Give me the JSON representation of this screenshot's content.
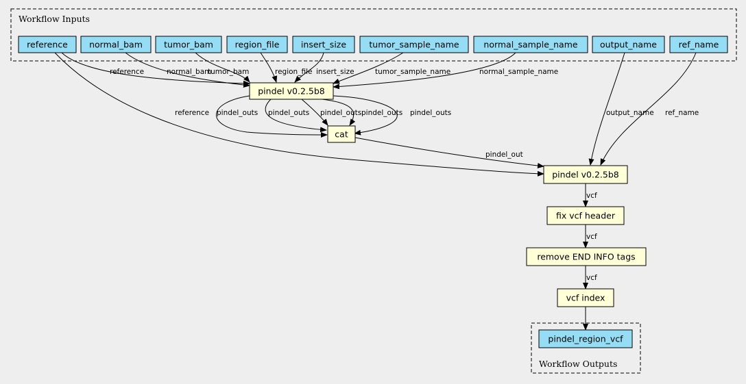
{
  "clusters": {
    "inputs": "Workflow Inputs",
    "outputs": "Workflow Outputs"
  },
  "nodes": {
    "reference": "reference",
    "normal_bam": "normal_bam",
    "tumor_bam": "tumor_bam",
    "region_file": "region_file",
    "insert_size": "insert_size",
    "tumor_sample_name": "tumor_sample_name",
    "normal_sample_name": "normal_sample_name",
    "output_name": "output_name",
    "ref_name": "ref_name",
    "pindel": "pindel v0.2.5b8",
    "cat": "cat",
    "pindel2vcf": "pindel v0.2.5b8",
    "fix_header": "fix vcf header",
    "remove_end": "remove END INFO tags",
    "vcf_index": "vcf index",
    "pindel_region_vcf": "pindel_region_vcf"
  },
  "edges": {
    "e_reference": "reference",
    "e_normal_bam": "normal_bam",
    "e_tumor_bam": "tumor_bam",
    "e_region_file": "region_file",
    "e_insert_size": "insert_size",
    "e_tumor_sample_name": "tumor_sample_name",
    "e_normal_sample_name": "normal_sample_name",
    "e_reference2": "reference",
    "e_outs1": "pindel_outs",
    "e_outs2": "pindel_outs",
    "e_outs3": "pindel_outs",
    "e_outs4": "pindel_outs",
    "e_outs5": "pindel_outs",
    "e_pindel_out": "pindel_out",
    "e_output_name": "output_name",
    "e_ref_name": "ref_name",
    "e_vcf1": "vcf",
    "e_vcf2": "vcf",
    "e_vcf3": "vcf"
  }
}
